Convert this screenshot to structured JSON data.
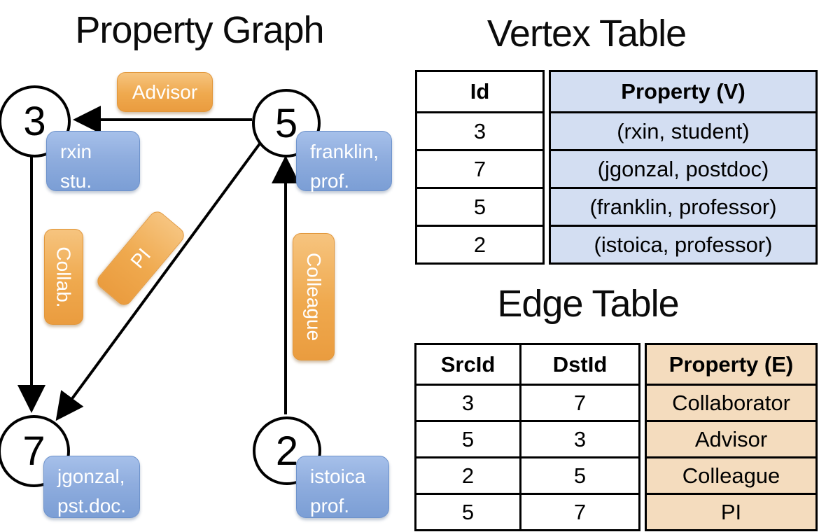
{
  "colors": {
    "edge_line": "#000000",
    "node_fill": "#ffffff",
    "orange_label": "#efa94e",
    "blue_label": "#8fadde",
    "vertex_property_bg": "#d3def2",
    "edge_property_bg": "#f4dcbe",
    "table_border": "#000000"
  },
  "graph": {
    "title": "Property Graph",
    "nodes": [
      {
        "id": "3",
        "label_lines": [
          "rxin",
          "stu."
        ]
      },
      {
        "id": "5",
        "label_lines": [
          "franklin,",
          "prof."
        ]
      },
      {
        "id": "7",
        "label_lines": [
          "jgonzal,",
          "pst.doc."
        ]
      },
      {
        "id": "2",
        "label_lines": [
          "istoica",
          "prof."
        ]
      }
    ],
    "edges": [
      {
        "src": "5",
        "dst": "3",
        "label": "Advisor"
      },
      {
        "src": "3",
        "dst": "7",
        "label": "Collab."
      },
      {
        "src": "5",
        "dst": "7",
        "label": "PI"
      },
      {
        "src": "2",
        "dst": "5",
        "label": "Colleague"
      }
    ]
  },
  "vertex_table": {
    "title": "Vertex Table",
    "columns": [
      "Id",
      "Property (V)"
    ],
    "rows": [
      [
        "3",
        "(rxin, student)"
      ],
      [
        "7",
        "(jgonzal, postdoc)"
      ],
      [
        "5",
        "(franklin, professor)"
      ],
      [
        "2",
        "(istoica, professor)"
      ]
    ]
  },
  "edge_table": {
    "title": "Edge Table",
    "columns": [
      "SrcId",
      "DstId",
      "Property (E)"
    ],
    "rows": [
      [
        "3",
        "7",
        "Collaborator"
      ],
      [
        "5",
        "3",
        "Advisor"
      ],
      [
        "2",
        "5",
        "Colleague"
      ],
      [
        "5",
        "7",
        "PI"
      ]
    ]
  }
}
